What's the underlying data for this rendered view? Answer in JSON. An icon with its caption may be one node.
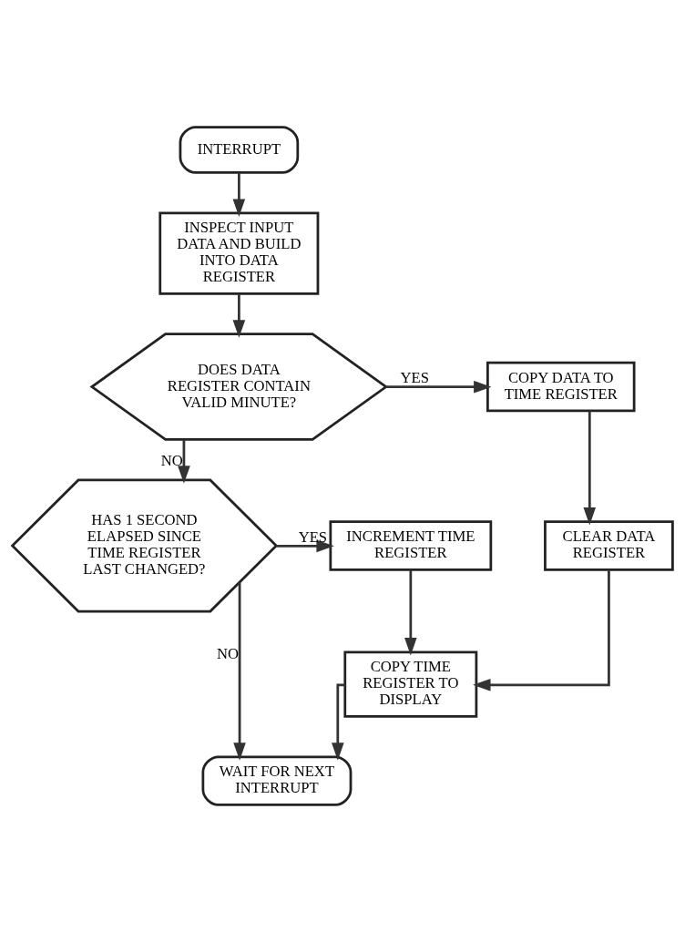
{
  "diagram": {
    "nodes": [
      {
        "text": [
          "INTERRUPT"
        ]
      },
      {
        "text": [
          "INSPECT INPUT DATA AND BUILD INTO DATA REGISTER"
        ]
      },
      {
        "text": [
          "DOES DATA REGISTER CONTAIN VALID MINUTE?"
        ]
      },
      {
        "text": [
          "COPY DATA TO TIME REGISTER"
        ]
      },
      {
        "text": [
          "CLEAR DATA REGISTER"
        ]
      },
      {
        "text": [
          "HAS 1 SECOND ELAPSED SINCE TIME REGISTER LAST CHANGED?"
        ]
      },
      {
        "text": [
          "INCREMENT TIME REGISTER"
        ]
      },
      {
        "text": [
          "COPY TIME REGISTER TO DISPLAY"
        ]
      },
      {
        "text": [
          "WAIT FOR NEXT INTERRUPT"
        ]
      }
    ],
    "edges": [
      {
        "from": 0,
        "to": 1,
        "arrow": "to"
      },
      {
        "from": 1,
        "to": 2,
        "arrow": "to"
      },
      {
        "from": 2,
        "to": 3,
        "arrow": "to",
        "label": "YES"
      },
      {
        "from": 3,
        "to": 4,
        "arrow": "to"
      },
      {
        "from": 2,
        "to": 5,
        "arrow": "to",
        "label": "NO"
      },
      {
        "from": 5,
        "to": 6,
        "arrow": "to",
        "label": "YES"
      },
      {
        "from": 4,
        "to": 7,
        "arrow": "to"
      },
      {
        "from": 6,
        "to": 7,
        "arrow": "to"
      },
      {
        "from": 5,
        "to": 8,
        "arrow": "to",
        "label": "NO"
      },
      {
        "from": 7,
        "to": 8,
        "arrow": "to"
      }
    ]
  }
}
